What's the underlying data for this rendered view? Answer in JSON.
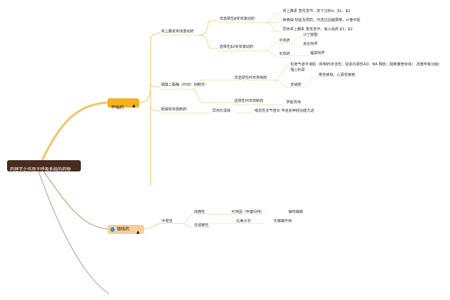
{
  "root": {
    "label": "药理学之作用于呼吸系统的药物"
  },
  "branches": [
    {
      "label": "平喘药",
      "icon": "fire-icon",
      "children": [
        {
          "label": "肾上腺素受体激动药",
          "children": [
            {
              "label": "非选择性β受体激动药",
              "children": [
                {
                  "label": "肾上腺素 急性发作，皮下注射α、β1、β2"
                },
                {
                  "label": "麻黄碱 轻症及预防，可透过血脑屏障，兴奋中枢"
                },
                {
                  "label": "异丙肾上腺素 急性发作，吸入给药 β1、β2"
                }
              ]
            },
            {
              "label": "选择性β2受体激动药",
              "children": [
                {
                  "label": "中效药",
                  "children": [
                    {
                      "label": "沙丁胺醇"
                    },
                    {
                      "label": "克伦特罗"
                    }
                  ]
                },
                {
                  "label": "长效药",
                  "children": [
                    {
                      "label": "福莫特罗"
                    }
                  ]
                }
              ]
            }
          ]
        },
        {
          "label": "磷酸二酯酶（PDE）抑制剂",
          "children": [
            {
              "label": "非选择性PDE抑制药",
              "children": [
                {
                  "label": "松弛气道平滑肌（抑制PDE活性；促进内源性AD、NA 释放；阻断腺苷受体） 改善呼吸功能/强心利尿"
                },
                {
                  "label": "茶碱类",
                  "children": [
                    {
                      "label": "慢性哮喘、心源性哮喘"
                    }
                  ]
                }
              ]
            },
            {
              "label": "选择性PDE抑制药",
              "children": [
                {
                  "label": "罗氟司特"
                }
              ]
            }
          ]
        },
        {
          "label": "胆碱受体阻断药",
          "children": [
            {
              "label": "异丙托溴铵",
              "children": [
                {
                  "label": "喘息性支气管炎 伴迷走神经功能亢进"
                }
              ]
            }
          ]
        }
      ]
    },
    {
      "label": "镇咳药",
      "icon": "fire-icon",
      "lead_icon": "water-drop-icon",
      "children": [
        {
          "label": "中枢性",
          "children": [
            {
              "label": "成瘾性",
              "children": [
                {
                  "label": "可待因（甲基吗啡）",
                  "children": [
                    {
                      "label": "镇咳镇痛"
                    }
                  ]
                }
              ]
            },
            {
              "label": "非成瘾性",
              "children": [
                {
                  "label": "右美沙芬",
                  "children": [
                    {
                      "label": "无镇痛作用"
                    }
                  ]
                }
              ]
            }
          ]
        }
      ]
    }
  ],
  "colors": {
    "root_bg": "#4a2b1f",
    "branch1": "#f5b021",
    "branch2": "#f7cf9b",
    "connector_orange": "#f6c46a",
    "connector_tan": "#e9cfa0",
    "connector_mauve": "#b58f95"
  }
}
